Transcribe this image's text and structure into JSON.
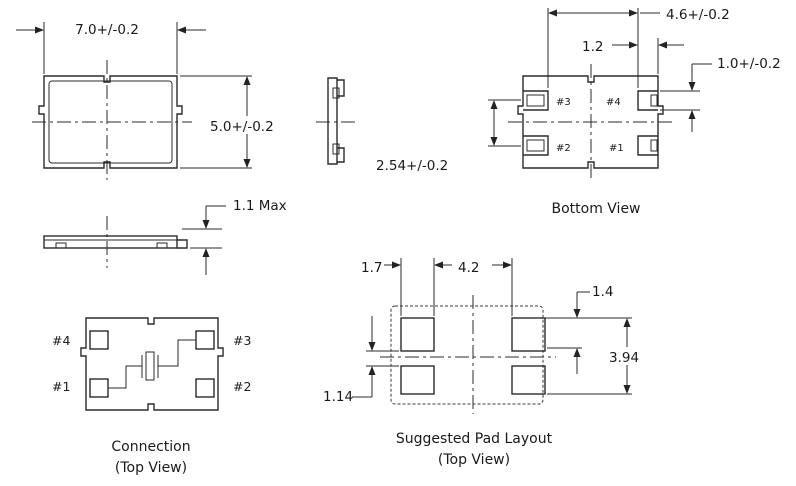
{
  "top_view": {
    "width_dim": "7.0+/-0.2",
    "height_dim": "5.0+/-0.2"
  },
  "side_view": {
    "height_dim": "1.1 Max"
  },
  "bottom_view": {
    "width_dim": "4.6+/-0.2",
    "pad_gap_dim": "1.2",
    "pad_height_dim": "1.0+/-0.2",
    "pitch_dim": "2.54+/-0.2",
    "pins": [
      "#3",
      "#4",
      "#2",
      "#1"
    ],
    "caption": "Bottom View"
  },
  "connection": {
    "pins": [
      "#4",
      "#3",
      "#1",
      "#2"
    ],
    "caption_line1": "Connection",
    "caption_line2": "(Top View)"
  },
  "pad_layout": {
    "pad_width_dim": "1.7",
    "pad_spacing_dim": "4.2",
    "pad_height_dim": "1.4",
    "overall_height_dim": "3.94",
    "pad_gap_dim": "1.14",
    "caption_line1": "Suggested Pad Layout",
    "caption_line2": "(Top View)"
  }
}
